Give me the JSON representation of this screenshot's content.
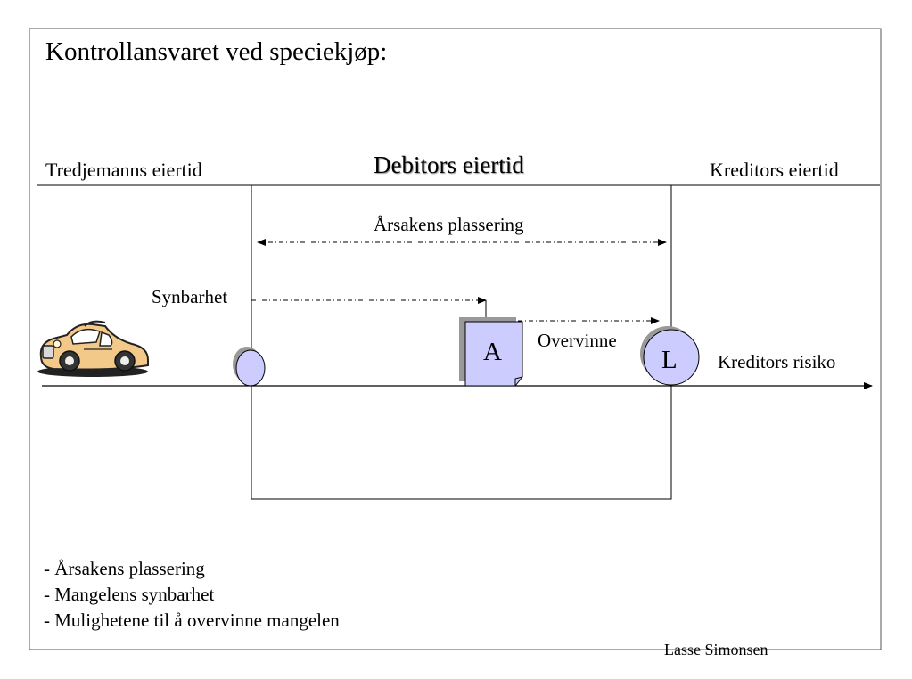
{
  "slide": {
    "title": "Kontrollansvaret ved speciekjøp:",
    "zones": {
      "third_party": "Tredjemanns eiertid",
      "debtor": "Debitors eiertid",
      "creditor": "Kreditors eiertid"
    },
    "arrows": {
      "cause_location": "Årsakens plassering",
      "visibility": "Synbarhet",
      "overcome": "Overvinne"
    },
    "markers": {
      "document_letter": "A",
      "circle_letter": "L"
    },
    "timeline_label": "Kreditors risiko",
    "bullets": [
      "- Årsakens plassering",
      "- Mangelens synbarhet",
      "- Mulighetene til å overvinne mangelen"
    ],
    "footer": "Lasse Simonsen"
  },
  "colors": {
    "marker_fill": "#ccccff",
    "shadow": "#999999",
    "car_body": "#f3c98a"
  },
  "icons": {
    "car": "vintage-car-clipart"
  }
}
